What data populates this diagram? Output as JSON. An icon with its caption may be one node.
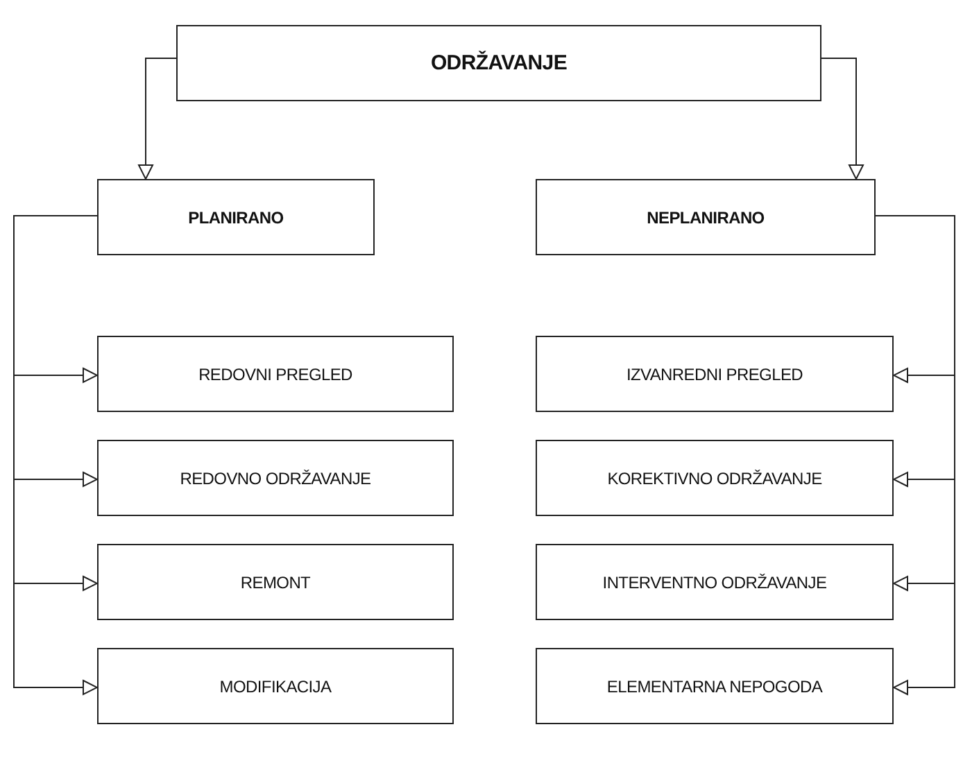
{
  "diagram": {
    "nodes": [
      {
        "text": [
          "ODRŽAVANJE"
        ]
      },
      {
        "text": [
          "PLANIRANO"
        ]
      },
      {
        "text": [
          "NEPLANIRANO"
        ]
      },
      {
        "text": [
          "REDOVNI PREGLED"
        ]
      },
      {
        "text": [
          "REDOVNO ODRŽAVANJE"
        ]
      },
      {
        "text": [
          "REMONT"
        ]
      },
      {
        "text": [
          "MODIFIKACIJA"
        ]
      },
      {
        "text": [
          "IZVANREDNI PREGLED"
        ]
      },
      {
        "text": [
          "KOREKTIVNO ODRŽAVANJE"
        ]
      },
      {
        "text": [
          "INTERVENTNO ODRŽAVANJE"
        ]
      },
      {
        "text": [
          "ELEMENTARNA NEPOGODA"
        ]
      }
    ],
    "edges": [
      {
        "from": 0,
        "to": 1,
        "arrow": "to"
      },
      {
        "from": 0,
        "to": 2,
        "arrow": "to"
      },
      {
        "from": 1,
        "to": 3,
        "arrow": "to"
      },
      {
        "from": 1,
        "to": 4,
        "arrow": "to"
      },
      {
        "from": 1,
        "to": 5,
        "arrow": "to"
      },
      {
        "from": 1,
        "to": 6,
        "arrow": "to"
      },
      {
        "from": 2,
        "to": 7,
        "arrow": "to"
      },
      {
        "from": 2,
        "to": 8,
        "arrow": "to"
      },
      {
        "from": 2,
        "to": 9,
        "arrow": "to"
      },
      {
        "from": 2,
        "to": 10,
        "arrow": "to"
      }
    ]
  }
}
